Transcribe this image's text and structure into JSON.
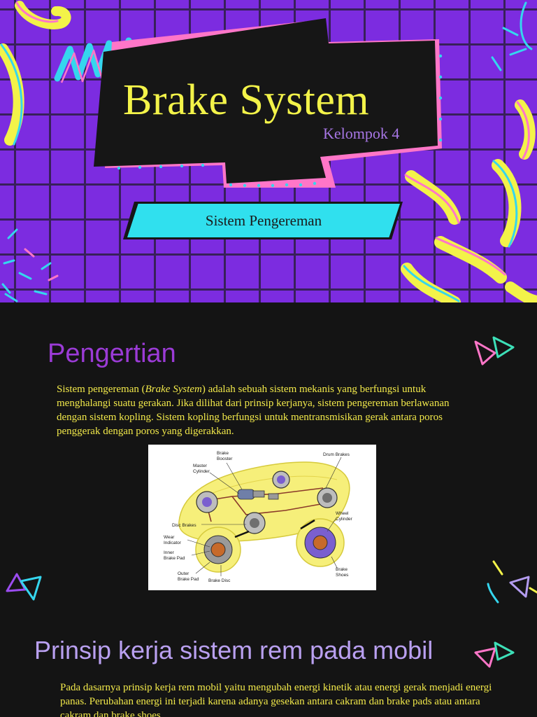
{
  "slide1": {
    "title": "Brake System",
    "subtitle": "Kelompok 4",
    "tag": "Sistem Pengereman",
    "colors": {
      "background": "#7c2ce0",
      "grid": "#38205a",
      "title": "#f3f349",
      "tag_fill": "#30e0ee",
      "banner": "#161616"
    }
  },
  "slide2": {
    "heading": "Pengertian",
    "para_term": "Brake System",
    "para_pre": "Sistem pengereman (",
    "para_post": ") adalah sebuah sistem mekanis yang berfungsi untuk menghalangi suatu gerakan. Jika dilihat dari prinsip kerjanya, sistem pengereman berlawanan dengan sistem kopling. Sistem kopling berfungsi untuk mentransmisikan gerak antara poros penggerak dengan poros yang digerakkan.",
    "figure_labels": {
      "brake_booster_1": "Brake",
      "brake_booster_2": "Booster",
      "master_1": "Master",
      "master_2": "Cylinder",
      "drum": "Drum Brakes",
      "disc": "Disc Brakes",
      "wheel_1": "Wheel",
      "wheel_2": "Cylinder",
      "wear_1": "Wear",
      "wear_2": "Indicator",
      "inner_1": "Inner",
      "inner_2": "Brake Pad",
      "outer_1": "Outer",
      "outer_2": "Brake Pad",
      "brake_disc": "Brake Disc",
      "shoes_1": "Brake",
      "shoes_2": "Shoes"
    },
    "heading2": "Prinsip kerja sistem rem pada mobil",
    "para2": "Pada dasarnya prinsip kerja rem mobil yaitu mengubah energi kinetik atau energi gerak menjadi energi panas. Perubahan energi ini terjadi karena adanya gesekan antara cakram dan brake pads atau antara cakram dan brake shoes.",
    "colors": {
      "background": "#141414",
      "heading": "#9b3bd6",
      "text": "#f2e94a",
      "heading2": "#b9a0f0"
    }
  }
}
